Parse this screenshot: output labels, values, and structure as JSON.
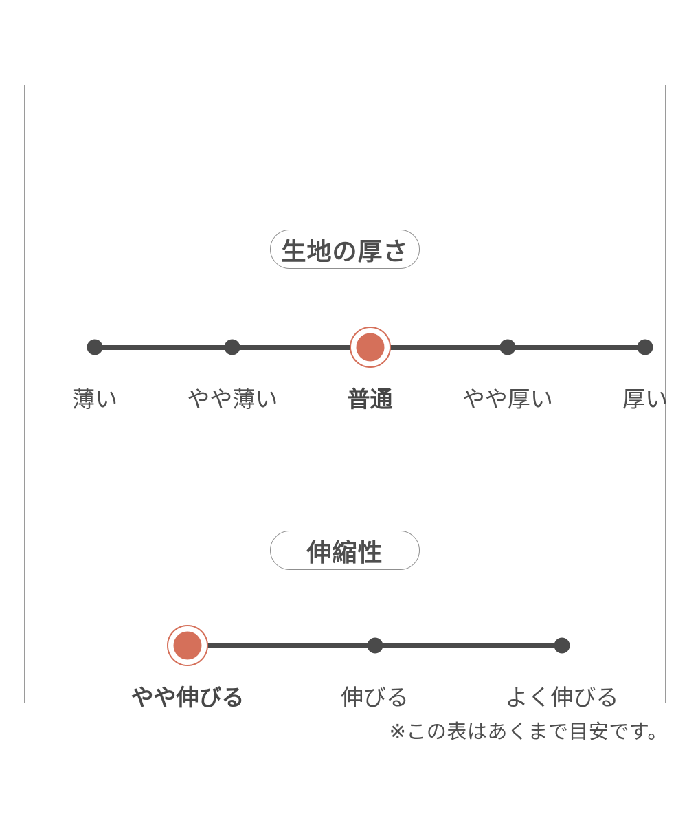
{
  "chart_data": [
    {
      "type": "scale",
      "title": "生地の厚さ",
      "options": [
        "薄い",
        "やや薄い",
        "普通",
        "やや厚い",
        "厚い"
      ],
      "selected_index": 2,
      "selected_option": "普通"
    },
    {
      "type": "scale",
      "title": "伸縮性",
      "options": [
        "やや伸びる",
        "伸びる",
        "よく伸びる"
      ],
      "selected_index": 0,
      "selected_option": "やや伸びる"
    }
  ],
  "note": "※この表はあくまで目安です。",
  "colors": {
    "accent": "#d5705a",
    "scale_line": "#4a4a4a",
    "text": "#4e4e4e",
    "frame_border": "#9a9a9a",
    "pill_border": "#8f8f8f",
    "background": "#ffffff"
  }
}
